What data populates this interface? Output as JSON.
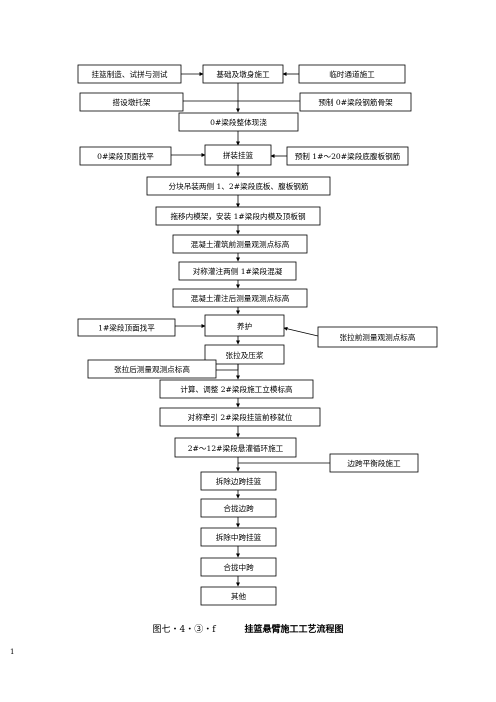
{
  "nodes": {
    "n1": "挂篮制造、试拼与测试",
    "n2": "基础及墩身施工",
    "n3": "临时通道施工",
    "n4": "搭设墩托架",
    "n5": "预制 0#梁段钢筋骨架",
    "n6": "0#梁段整体现浇",
    "n7": "0#梁段顶面找平",
    "n8": "拼装挂篮",
    "n9": "预制 1#～20#梁段底腹板钢筋",
    "n10": "分块吊装两侧 1、2#梁段底板、腹板钢筋",
    "n11": "拖移内模架，安装 1#梁段内模及顶板钢",
    "n12": "混凝土灌筑前测量观测点标高",
    "n13": "对称灌注两侧 1#梁段混凝",
    "n14": "混凝土灌注后测量观测点标高",
    "n15": "1#梁段顶面找平",
    "n16": "养护",
    "n17": "张拉前测量观测点标高",
    "n18": "张拉及压浆",
    "n19": "张拉后测量观测点标高",
    "n20": "计算、调整 2#梁段施工立模标高",
    "n21": "对称牵引 2#梁段挂篮前移就位",
    "n22": "2#～12#梁段悬灌循环施工",
    "n23": "边跨平衡段施工",
    "n24": "拆除边跨挂篮",
    "n25": "合拢边跨",
    "n26": "拆除中跨挂篮",
    "n27": "合拢中跨",
    "n28": "其他"
  },
  "caption": {
    "number": "图七・4・③・f",
    "title": "挂篮悬臂施工工艺流程图"
  },
  "page_number": "1"
}
